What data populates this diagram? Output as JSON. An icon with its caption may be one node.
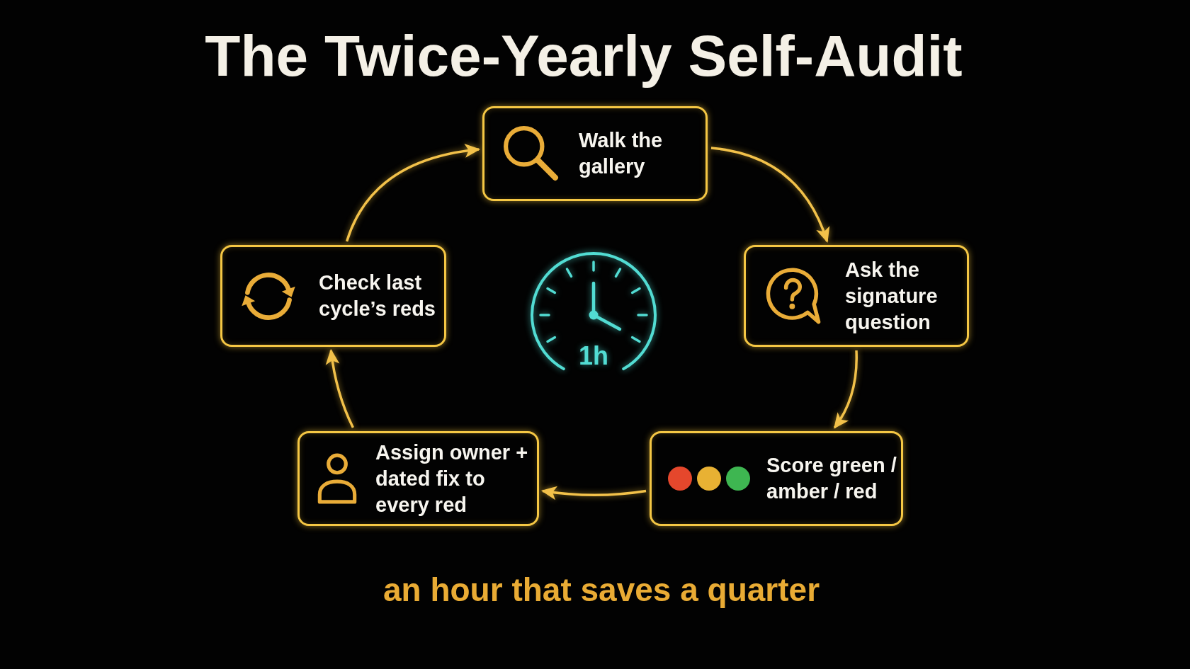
{
  "diagram": {
    "title": "The Twice-Yearly Self-Audit",
    "nodes": [
      {
        "text": [
          "Walk the gallery"
        ]
      },
      {
        "text": [
          "Check last cycle’s reds"
        ]
      },
      {
        "text": [
          "1h"
        ]
      },
      {
        "text": [
          "Ask the signature question"
        ]
      },
      {
        "text": [
          "Assign owner + dated fix to every red"
        ]
      },
      {
        "text": [
          "Score green / amber / red"
        ]
      }
    ],
    "edges": [
      {
        "from": 0,
        "to": 3,
        "arrow": "to"
      },
      {
        "from": 3,
        "to": 5,
        "arrow": "to"
      },
      {
        "from": 5,
        "to": 4,
        "arrow": "to"
      },
      {
        "from": 4,
        "to": 1,
        "arrow": "to"
      },
      {
        "from": 1,
        "to": 0,
        "arrow": "to"
      }
    ],
    "caption": "an hour that saves a quarter"
  }
}
